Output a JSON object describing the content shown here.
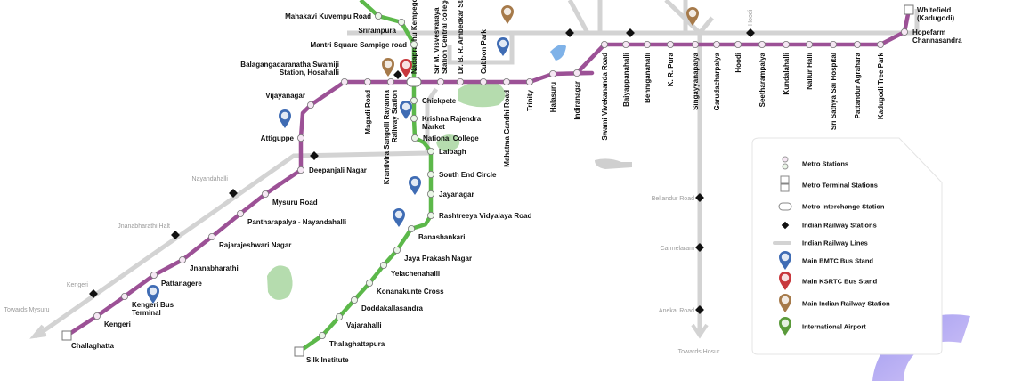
{
  "colors": {
    "purple_line": "#9c5196",
    "green_line": "#5cb84a",
    "railway": "#d3d3d3",
    "bmtc": "#3f6cb4",
    "ksrtc": "#c8383d",
    "railway_station": "#a67a4a",
    "airport": "#5a9a3a",
    "decor_ring": "#b9a8f2"
  },
  "purple_line": {
    "stations": [
      "Challaghatta",
      "Kengeri",
      "Kengeri Bus Terminal",
      "Pattanagere",
      "Jnanabharathi",
      "Rajarajeshwari Nagar",
      "Pantharapalya - Nayandahalli",
      "Mysuru Road",
      "Deepanjali Nagar",
      "Attiguppe",
      "Vijayanagar",
      "Balagangadaranatha Swamiji Station, Hosahalli",
      "Magadi Road",
      "Krantivira Sangolli Rayanna Railway Station",
      "Nadaprabhu Kempegowda Station",
      "Sir M. Visvesvaraya Station Central college",
      "Dr. B. R. Ambedkar Station",
      "Cubbon Park",
      "Mahatma Gandhi Road",
      "Trinity",
      "Halasuru",
      "Indiranagar",
      "Swami Vivekananda Road",
      "Baiyappanahalli",
      "Benniganahalli",
      "K. R. Pura",
      "Singayyanapalya",
      "Garudacharpalya",
      "Hoodi",
      "Seetharampalya",
      "Kundalahalli",
      "Nallur Halli",
      "Sri Sathya Sai Hospital",
      "Pattandur Agrahara",
      "Kadugodi Tree Park",
      "Hopefarm Channasandra",
      "Whitefield (Kadugodi)"
    ]
  },
  "green_line": {
    "stations": [
      "Mahakavi Kuvempu Road",
      "Srirampura",
      "Mantri Square Sampige road",
      "Chickpete",
      "Krishna Rajendra Market",
      "National College",
      "Lalbagh",
      "South End Circle",
      "Jayanagar",
      "Rashtreeya Vidyalaya Road",
      "Banashankari",
      "Jaya Prakash Nagar",
      "Yelachenahalli",
      "Konanakunte Cross",
      "Doddakallasandra",
      "Vajarahalli",
      "Thalaghattapura",
      "Silk Institute"
    ]
  },
  "railway": {
    "stations": [
      "Nayandahalli",
      "Jnanabharathi Halt",
      "Kengeri",
      "Bellandur Road",
      "Carmelaram",
      "Anekal Road",
      "Hoodi"
    ],
    "directions": [
      "Towards Mysuru",
      "Towards Hosur"
    ]
  },
  "legend": {
    "items": [
      "Metro Stations",
      "Metro Terminal Stations",
      "Metro Interchange Station",
      "Indian Railway Stations",
      "Indian Railway Lines",
      "Main BMTC Bus Stand",
      "Main KSRTC Bus Stand",
      "Main Indian Railway Station",
      "International Airport"
    ]
  }
}
